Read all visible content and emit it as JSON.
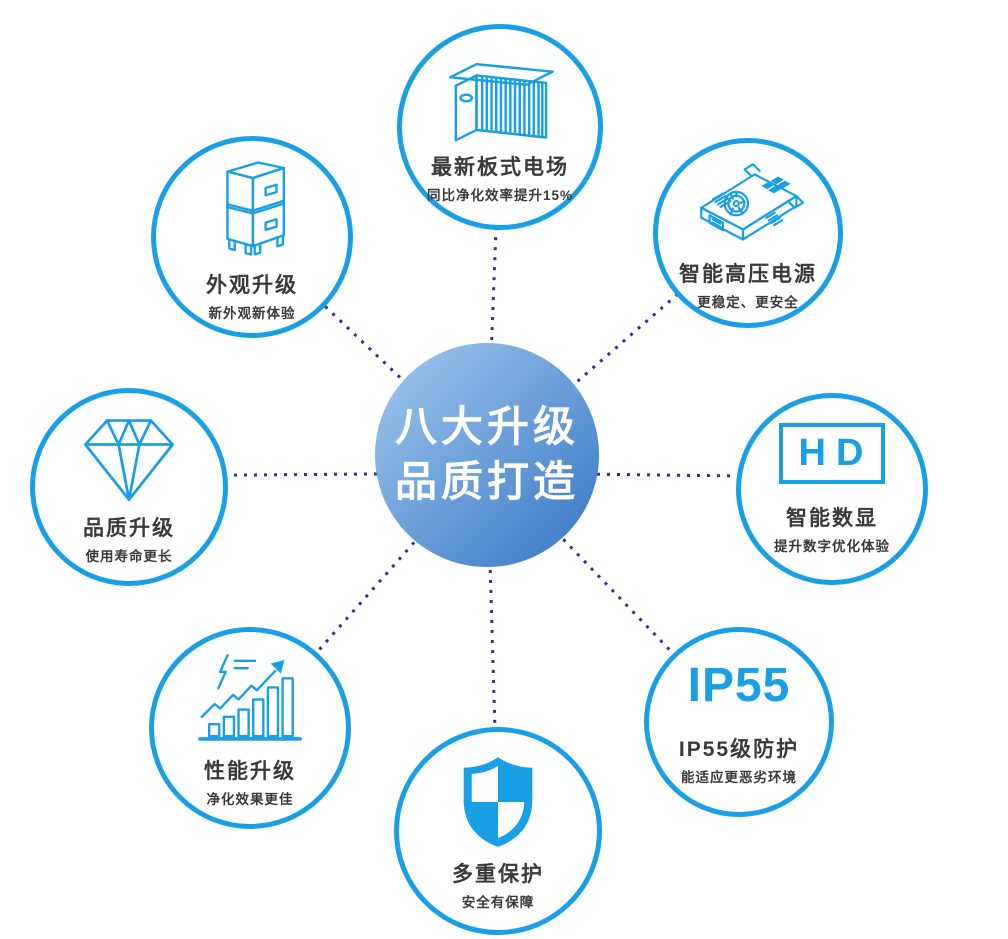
{
  "center": {
    "line1": "八大升级",
    "line2": "品质打造"
  },
  "nodes": [
    {
      "id": "top",
      "title": "最新板式电场",
      "subtitle": "同比净化效率提升15%",
      "icon": "plate-filter-icon"
    },
    {
      "id": "top-right",
      "title": "智能高压电源",
      "subtitle": "更稳定、更安全",
      "icon": "power-supply-icon"
    },
    {
      "id": "right",
      "title": "智能数显",
      "subtitle": "提升数字优化体验",
      "icon": "hd-display-icon",
      "icon_text": "HD"
    },
    {
      "id": "bottom-right",
      "title": "IP55级防护",
      "subtitle": "能适应更恶劣环境",
      "icon": "ip55-badge",
      "icon_text": "IP55"
    },
    {
      "id": "bottom",
      "title": "多重保护",
      "subtitle": "安全有保障",
      "icon": "shield-icon"
    },
    {
      "id": "bottom-left",
      "title": "性能升级",
      "subtitle": "净化效果更佳",
      "icon": "growth-chart-icon"
    },
    {
      "id": "left",
      "title": "品质升级",
      "subtitle": "使用寿命更长",
      "icon": "diamond-icon"
    },
    {
      "id": "top-left",
      "title": "外观升级",
      "subtitle": "新外观新体验",
      "icon": "cabinet-icon"
    }
  ],
  "colors": {
    "accent": "#189FE5",
    "dot": "#2E3192",
    "text": "#3A3A3A",
    "grad_light": "#A2C9ED",
    "grad_dark": "#407EC9",
    "white": "#FFFFFF"
  }
}
